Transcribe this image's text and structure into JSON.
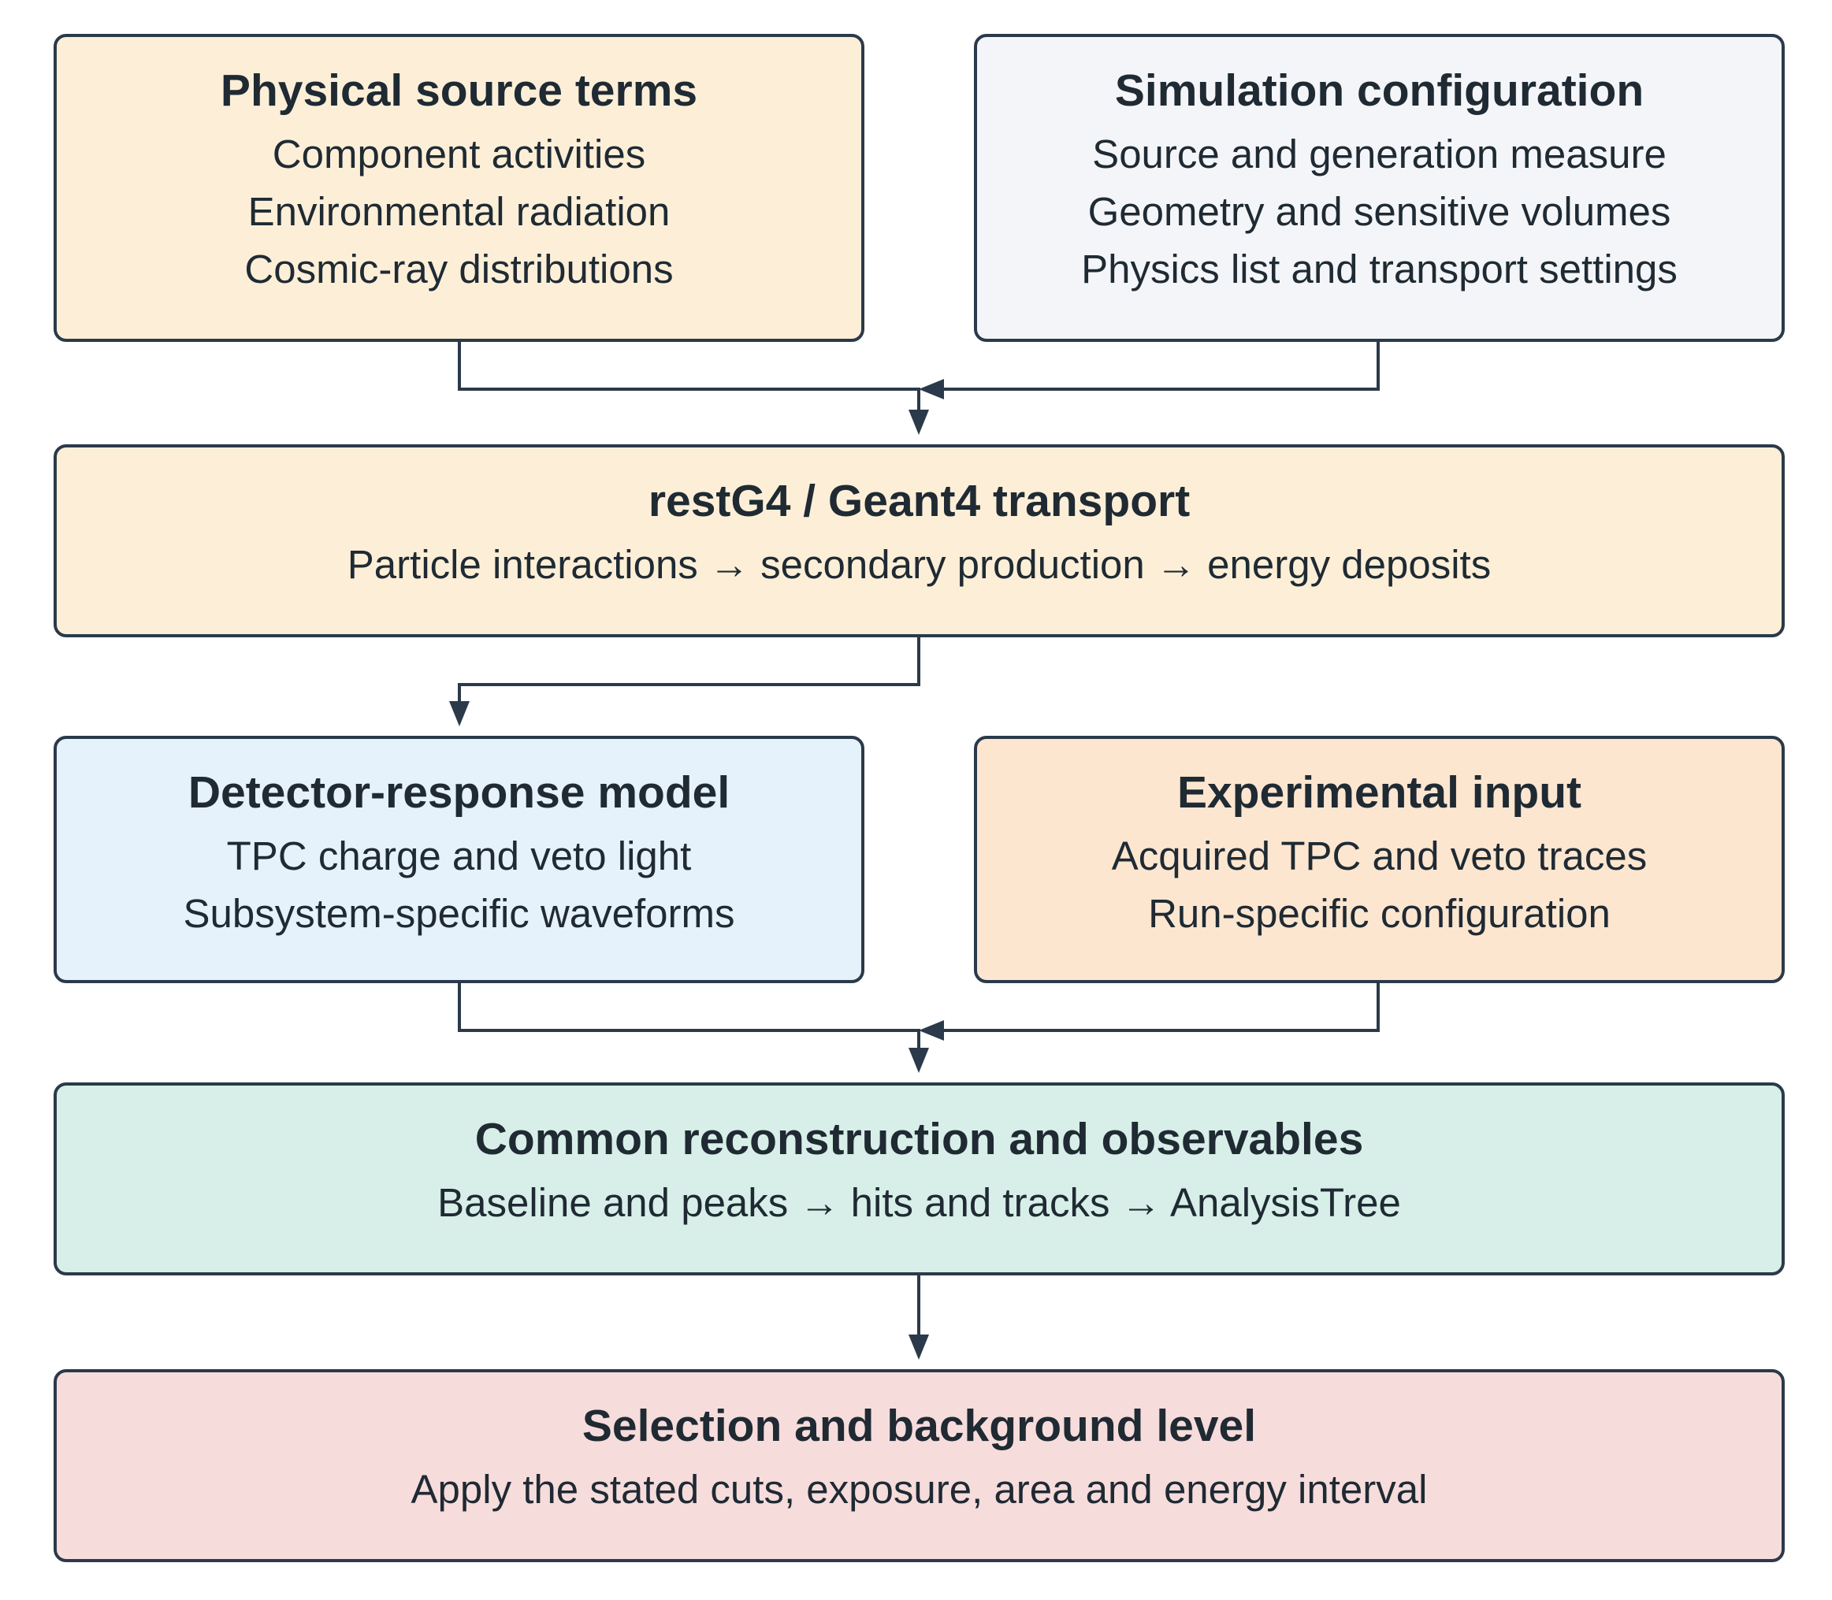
{
  "colors": {
    "stroke": "#2b3a4a",
    "text": "#1f2a33",
    "source_fill": "#fdefd7",
    "config_fill": "#f3f5f8",
    "transport_fill": "#fdefd7",
    "detector_fill": "#e5f1fb",
    "experimental_fill": "#fde6d0",
    "reconstruction_fill": "#d7efe8",
    "selection_fill": "#f7dcdc"
  },
  "physical_source": {
    "title": "Physical source terms",
    "lines": [
      "Component activities",
      "Environmental radiation",
      "Cosmic-ray distributions"
    ]
  },
  "simulation_config": {
    "title": "Simulation configuration",
    "lines": [
      "Source and generation measure",
      "Geometry and sensitive volumes",
      "Physics list and transport settings"
    ]
  },
  "transport": {
    "title": "restG4 / Geant4 transport",
    "lines": [
      "Particle interactions → secondary production → energy deposits"
    ]
  },
  "detector_response": {
    "title": "Detector-response model",
    "lines": [
      "TPC charge and veto light",
      "Subsystem-specific waveforms"
    ]
  },
  "experimental_input": {
    "title": "Experimental input",
    "lines": [
      "Acquired TPC and veto traces",
      "Run-specific configuration"
    ]
  },
  "reconstruction": {
    "title": "Common reconstruction and observables",
    "lines": [
      "Baseline and peaks → hits and tracks → AnalysisTree"
    ]
  },
  "selection": {
    "title": "Selection and background level",
    "lines": [
      "Apply the stated cuts, exposure, area and energy interval"
    ]
  }
}
